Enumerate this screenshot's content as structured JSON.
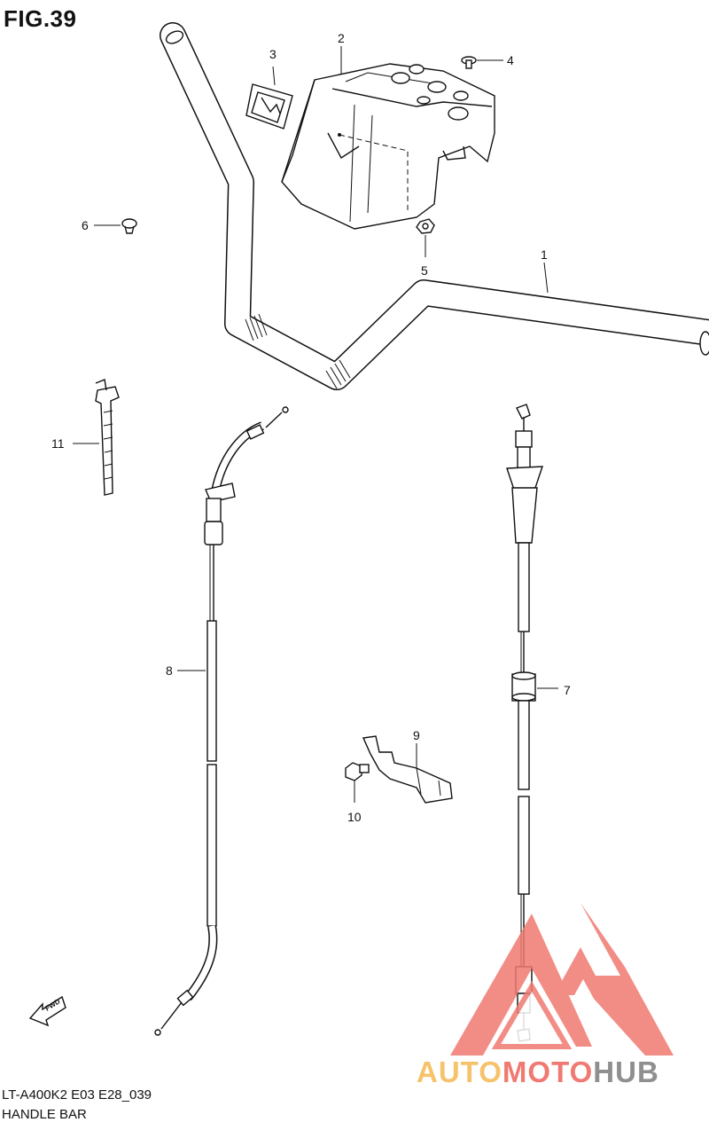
{
  "figure": {
    "title": "FIG.39"
  },
  "callouts": [
    {
      "num": "1",
      "part": "handle-bar"
    },
    {
      "num": "2",
      "part": "handlebar-cover"
    },
    {
      "num": "3",
      "part": "emblem"
    },
    {
      "num": "4",
      "part": "screw"
    },
    {
      "num": "5",
      "part": "nut"
    },
    {
      "num": "6",
      "part": "cap"
    },
    {
      "num": "7",
      "part": "throttle-cable"
    },
    {
      "num": "8",
      "part": "brake-cable"
    },
    {
      "num": "9",
      "part": "cable-guide"
    },
    {
      "num": "10",
      "part": "bolt"
    },
    {
      "num": "11",
      "part": "clamp-tie"
    }
  ],
  "direction_badge": "FWD",
  "footer": {
    "model_code": "LT-A400K2 E03 E28_039",
    "section_name": "HANDLE BAR"
  },
  "watermark": {
    "part1": "AUTO",
    "part2": "MOTO",
    "part3": "HUB"
  },
  "colors": {
    "ink": "#111111",
    "wm_yellow": "#f6c36b",
    "wm_red": "#f07a72",
    "wm_gray": "#8f8f8f"
  }
}
